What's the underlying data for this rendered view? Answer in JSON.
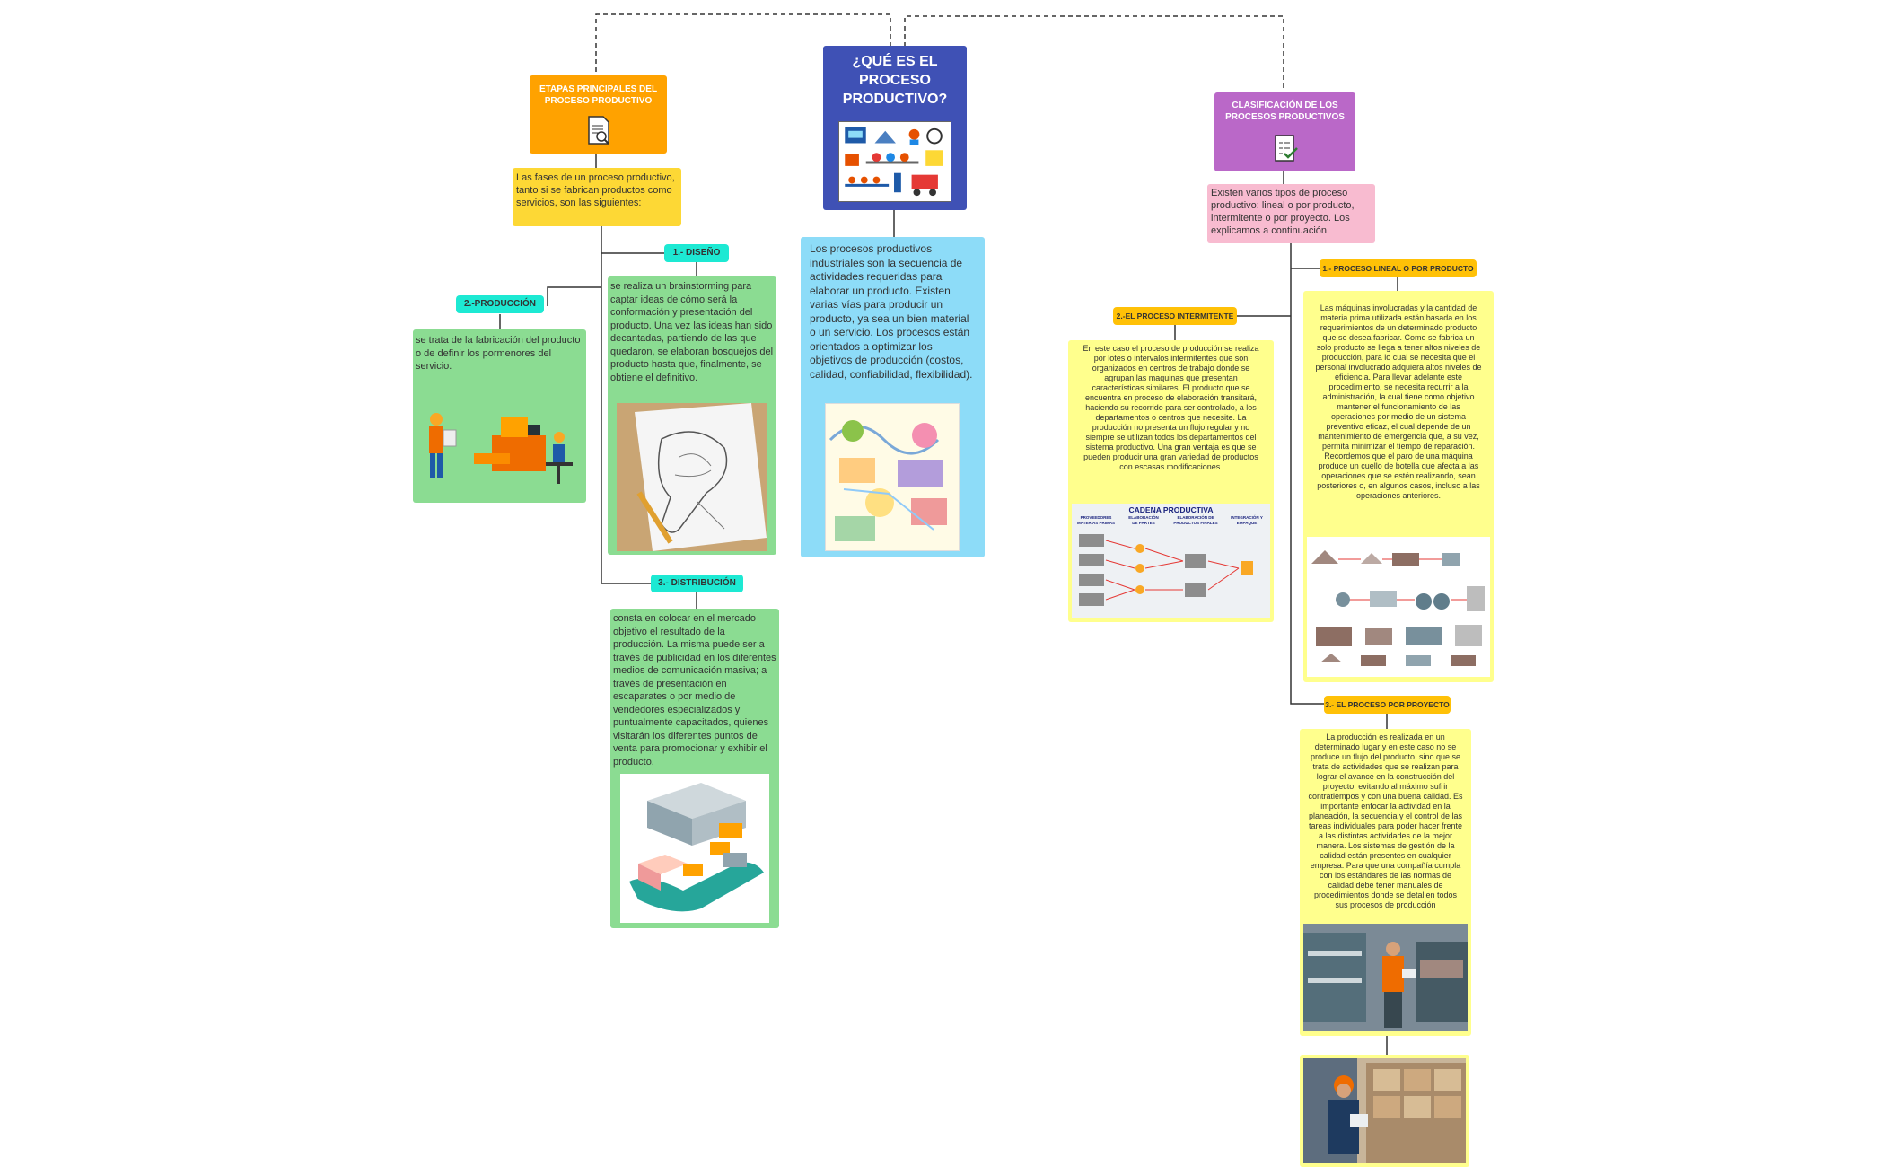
{
  "center": {
    "title": "¿QUÉ ES EL PROCESO PRODUCTIVO?",
    "description": "Los procesos productivos industriales son la secuencia de actividades requeridas para elaborar un producto. Existen varias vías para producir un producto, ya sea un bien material o un servicio. Los procesos están orientados a optimizar los objetivos de producción (costos, calidad, confiabilidad, flexibilidad)."
  },
  "left": {
    "title": "ETAPAS PRINCIPALES DEL PROCESO PRODUCTIVO",
    "intro": "Las fases de un proceso productivo, tanto si se fabrican productos como servicios, son las siguientes:",
    "diseno": {
      "label": "1.- DISEÑO",
      "text": "se realiza un brainstorming para captar ideas de cómo será la conformación y presentación del producto. Una vez las ideas han sido decantadas, partiendo de las que quedaron, se elaboran bosquejos del producto hasta que, finalmente, se obtiene el definitivo."
    },
    "produccion": {
      "label": "2.-PRODUCCIÓN",
      "text": "se trata de la fabricación del producto o de definir los pormenores del servicio."
    },
    "distribucion": {
      "label": "3.- DISTRIBUCIÓN",
      "text": "consta en colocar en el mercado objetivo el resultado de la producción. La misma puede ser a través de publicidad en los diferentes medios de comunicación masiva; a través de presentación en escaparates o por medio de vendedores especializados y puntualmente capacitados, quienes visitarán los diferentes puntos de venta para promocionar y exhibir el producto."
    }
  },
  "right": {
    "title": "CLASIFICACIÓN DE LOS PROCESOS PRODUCTIVOS",
    "intro": "Existen varios tipos de proceso productivo: lineal o por producto, intermitente o por proyecto. Los explicamos a continuación.",
    "lineal": {
      "label": "1.- PROCESO LINEAL O POR PRODUCTO",
      "text": "Las máquinas involucradas y la cantidad de materia prima utilizada están basada en los requerimientos de un determinado producto que se desea fabricar. Como se fabrica un solo producto se llega a tener altos niveles de producción, para lo cual se necesita que el personal involucrado adquiera altos niveles de eficiencia. Para llevar adelante este procedimiento, se necesita recurrir a la administración, la cual tiene como objetivo mantener el funcionamiento de las operaciones por medio de un sistema preventivo eficaz, el cual depende de un mantenimiento de emergencia que, a su vez, permita minimizar el tiempo de reparación. Recordemos que el paro de una máquina produce un cuello de botella que afecta a las operaciones que se estén realizando, sean posteriores o, en algunos casos, incluso a las operaciones anteriores."
    },
    "intermitente": {
      "label": "2.-EL PROCESO INTERMITENTE",
      "text": "En este caso el proceso de producción se realiza por lotes o intervalos intermitentes que son organizados en centros de trabajo donde se agrupan las maquinas que presentan características similares. El producto que se encuentra en proceso de elaboración transitará, haciendo su recorrido para ser controlado, a los departamentos o centros que necesite. La producción no presenta un flujo regular y no siempre se utilizan todos los departamentos del sistema productivo. Una gran ventaja es que se pueden producir una gran variedad de productos con escasas modificaciones.",
      "figure_title": "CADENA PRODUCTIVA",
      "figure_cols": [
        "PROVEEDORES MATERIAS PRIMAS",
        "ELABORACIÓN DE PARTES",
        "ELABORACIÓN DE PRODUCTOS FINALES",
        "INTEGRACIÓN Y EMPAQUE"
      ]
    },
    "proyecto": {
      "label": "3.- EL PROCESO POR PROYECTO",
      "text": "La producción es realizada en un determinado lugar y en este caso no se produce un flujo del producto, sino que se trata de actividades que se realizan para lograr el avance en la construcción del proyecto, evitando al máximo sufrir contratiempos y con una buena calidad. Es importante enfocar la actividad en la planeación, la secuencia y el control de las tareas individuales para poder hacer frente a las distintas actividades de la mejor manera. Los sistemas de gestión de la calidad están presentes en cualquier empresa. Para que una compañía cumpla con los estándares de las normas de calidad debe tener manuales de procedimientos donde se detallen todos sus procesos de producción"
    }
  },
  "colors": {
    "orange": "#ffa200",
    "blue": "#3f51b5",
    "purple": "#ba68c8",
    "yellow": "#fdd835",
    "pink": "#f8bbd0",
    "green": "#8bdc92",
    "sky": "#8ddcf8",
    "teal": "#1de9d3",
    "amber": "#ffc107",
    "paleyellow": "#ffff8d"
  }
}
